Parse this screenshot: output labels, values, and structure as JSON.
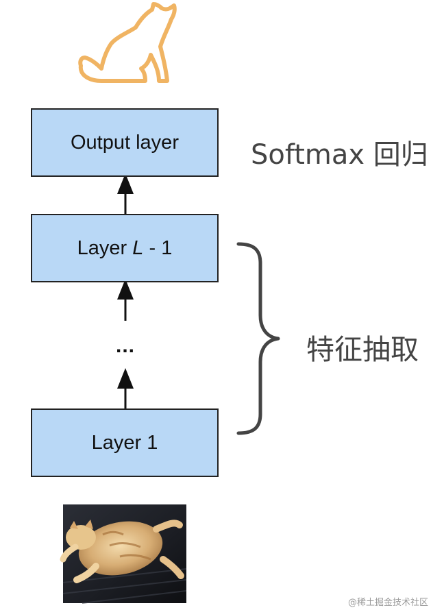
{
  "diagram": {
    "output_box": {
      "label": "Output layer"
    },
    "layer_l_minus_1_box": {
      "prefix": "Layer ",
      "italic": "L",
      "suffix": " - 1"
    },
    "ellipsis": "...",
    "layer_1_box": {
      "label": "Layer 1"
    },
    "softmax_label": "Softmax 回归",
    "feature_label": "特征抽取",
    "watermark": "@稀土掘金技术社区",
    "icons": {
      "top": "cat-outline-icon",
      "bottom": "cat-photo"
    },
    "colors": {
      "box_fill": "#b9d8f6",
      "cat_outline": "#f0b463",
      "text": "#444444"
    }
  }
}
